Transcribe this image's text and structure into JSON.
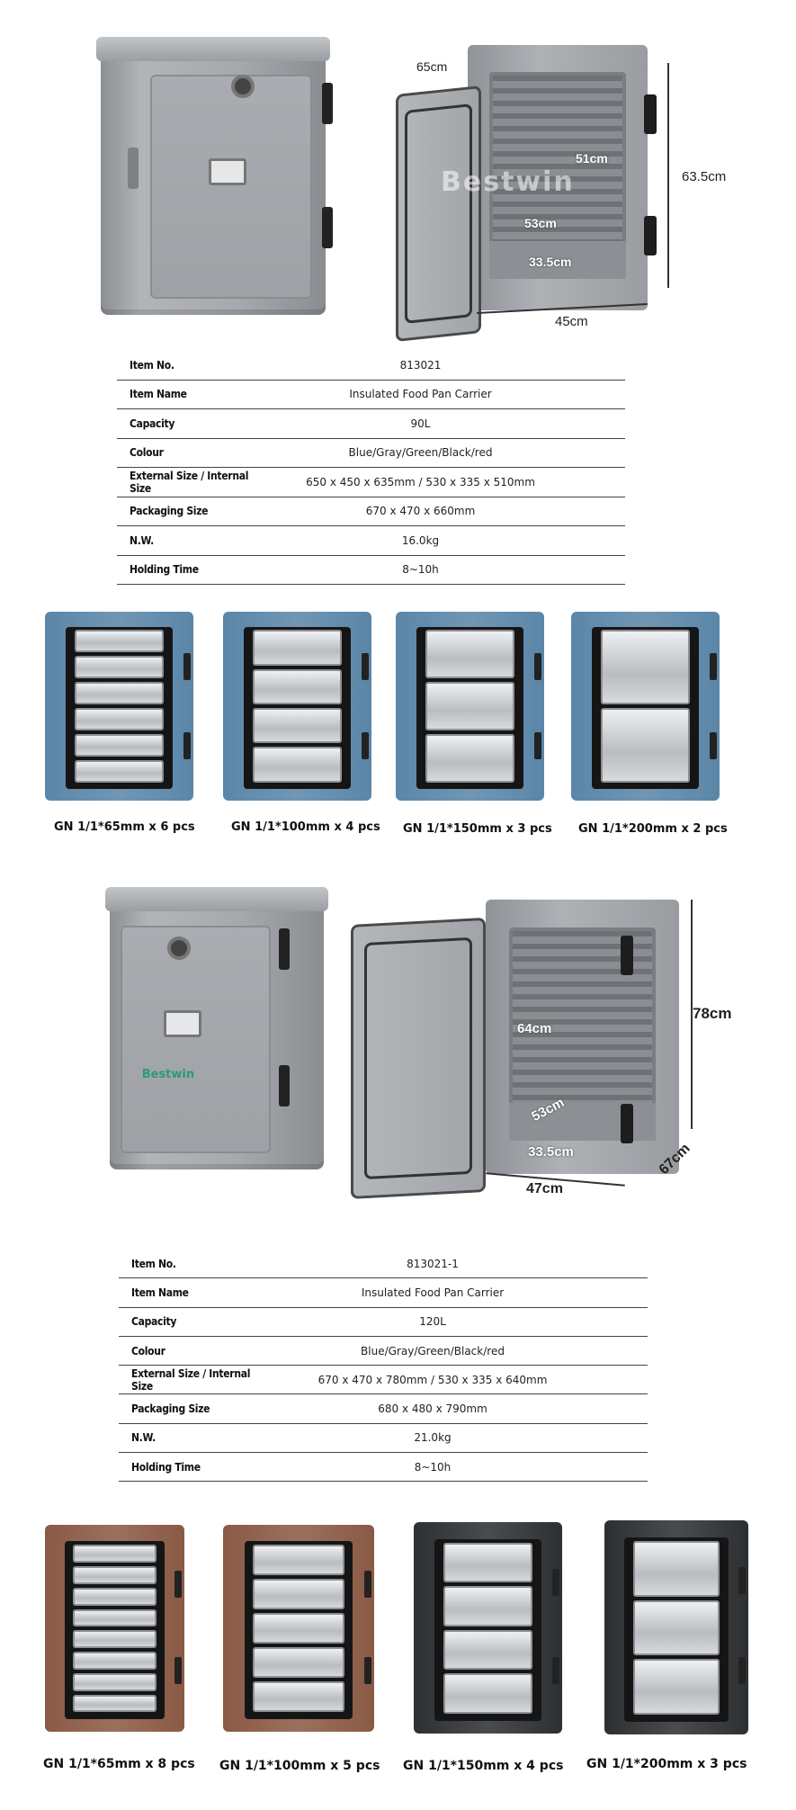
{
  "section1": {
    "dimensions": {
      "depth": "65cm",
      "height": "63.5cm",
      "width": "45cm",
      "inner_height": "51cm",
      "inner_depth": "53cm",
      "inner_width": "33.5cm"
    },
    "watermark": "Bestwin",
    "specs": [
      {
        "label": "Item No.",
        "value": "813021"
      },
      {
        "label": "Item Name",
        "value": "Insulated Food Pan Carrier"
      },
      {
        "label": "Capacity",
        "value": "90L"
      },
      {
        "label": "Colour",
        "value": "Blue/Gray/Green/Black/red"
      },
      {
        "label": "External Size / Internal Size",
        "value": "650 x 450 x 635mm / 530 x 335 x 510mm"
      },
      {
        "label": "Packaging Size",
        "value": "670 x 470 x 660mm"
      },
      {
        "label": "N.W.",
        "value": "16.0kg"
      },
      {
        "label": "Holding Time",
        "value": "8~10h"
      }
    ],
    "variants": [
      {
        "caption": "GN 1/1*65mm x 6 pcs",
        "pans": 6,
        "color": "#5b86a8"
      },
      {
        "caption": "GN 1/1*100mm x 4 pcs",
        "pans": 4,
        "color": "#5b86a8"
      },
      {
        "caption": "GN 1/1*150mm x 3 pcs",
        "pans": 3,
        "color": "#5b86a8"
      },
      {
        "caption": "GN 1/1*200mm x 2 pcs",
        "pans": 2,
        "color": "#5b86a8"
      }
    ]
  },
  "section2": {
    "dimensions": {
      "height": "78cm",
      "depth": "67cm",
      "width": "47cm",
      "inner_height": "64cm",
      "inner_depth": "53cm",
      "inner_width": "33.5cm"
    },
    "logo": "Bestwin",
    "specs": [
      {
        "label": "Item No.",
        "value": "813021-1"
      },
      {
        "label": "Item Name",
        "value": "Insulated Food Pan Carrier"
      },
      {
        "label": "Capacity",
        "value": "120L"
      },
      {
        "label": "Colour",
        "value": "Blue/Gray/Green/Black/red"
      },
      {
        "label": "External Size / Internal Size",
        "value": "670 x 470 x 780mm / 530 x 335 x 640mm"
      },
      {
        "label": "Packaging Size",
        "value": "680 x 480 x 790mm"
      },
      {
        "label": "N.W.",
        "value": "21.0kg"
      },
      {
        "label": "Holding Time",
        "value": "8~10h"
      }
    ],
    "variants": [
      {
        "caption": "GN 1/1*65mm x 8 pcs",
        "pans": 8,
        "color": "#8a5a44"
      },
      {
        "caption": "GN 1/1*100mm x 5 pcs",
        "pans": 5,
        "color": "#8a5a44"
      },
      {
        "caption": "GN 1/1*150mm x 4 pcs",
        "pans": 4,
        "color": "#2d3033"
      },
      {
        "caption": "GN 1/1*200mm x 3 pcs",
        "pans": 3,
        "color": "#2d3033"
      }
    ]
  }
}
